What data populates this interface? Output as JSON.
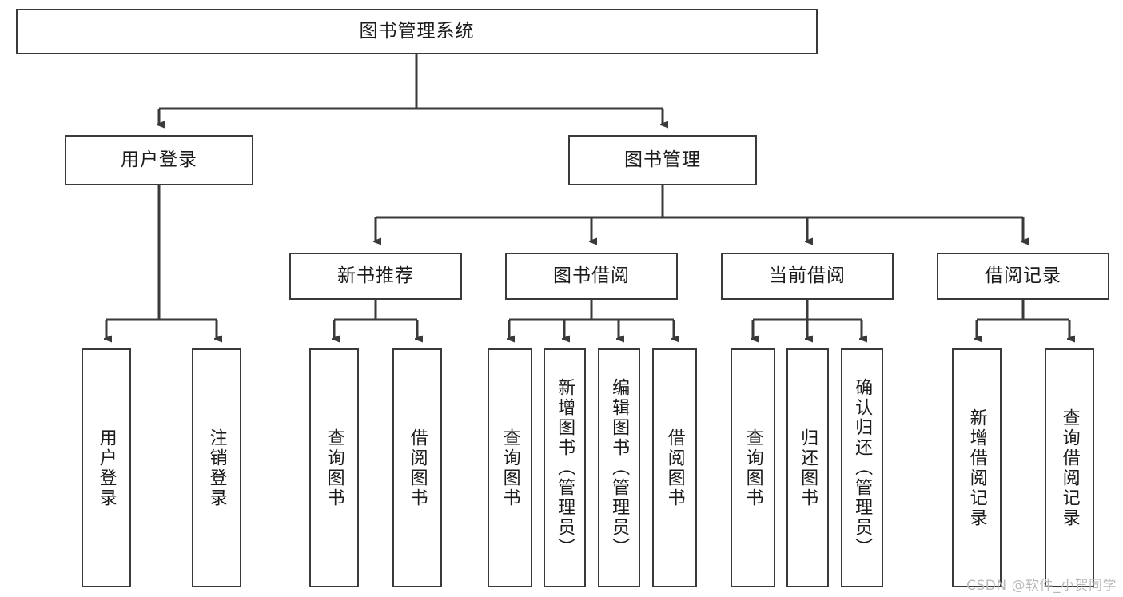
{
  "diagram": {
    "title": "图书管理系统",
    "type": "tree-hierarchy-diagram",
    "root": {
      "label": "图书管理系统"
    },
    "level2": [
      {
        "label": "用户登录"
      },
      {
        "label": "图书管理"
      }
    ],
    "level3": [
      {
        "label": "新书推荐"
      },
      {
        "label": "图书借阅"
      },
      {
        "label": "当前借阅"
      },
      {
        "label": "借阅记录"
      }
    ],
    "leaves": {
      "user_login": [
        {
          "label": "用户登录"
        },
        {
          "label": "注销登录"
        }
      ],
      "new_book_recommend": [
        {
          "label": "查询图书"
        },
        {
          "label": "借阅图书"
        }
      ],
      "book_borrow": [
        {
          "label": "查询图书"
        },
        {
          "label": "新增图书（管理员）"
        },
        {
          "label": "编辑图书（管理员）"
        },
        {
          "label": "借阅图书"
        }
      ],
      "current_borrow": [
        {
          "label": "查询图书"
        },
        {
          "label": "归还图书"
        },
        {
          "label": "确认归还（管理员）"
        }
      ],
      "borrow_record": [
        {
          "label": "新增借阅记录"
        },
        {
          "label": "查询借阅记录"
        }
      ]
    }
  },
  "watermark": {
    "text": "CSDN @软件_小贺同学"
  },
  "colors": {
    "border": "#3a3a3a",
    "text": "#1b1b1b",
    "background": "#ffffff",
    "watermark": "#b9b9b9"
  }
}
